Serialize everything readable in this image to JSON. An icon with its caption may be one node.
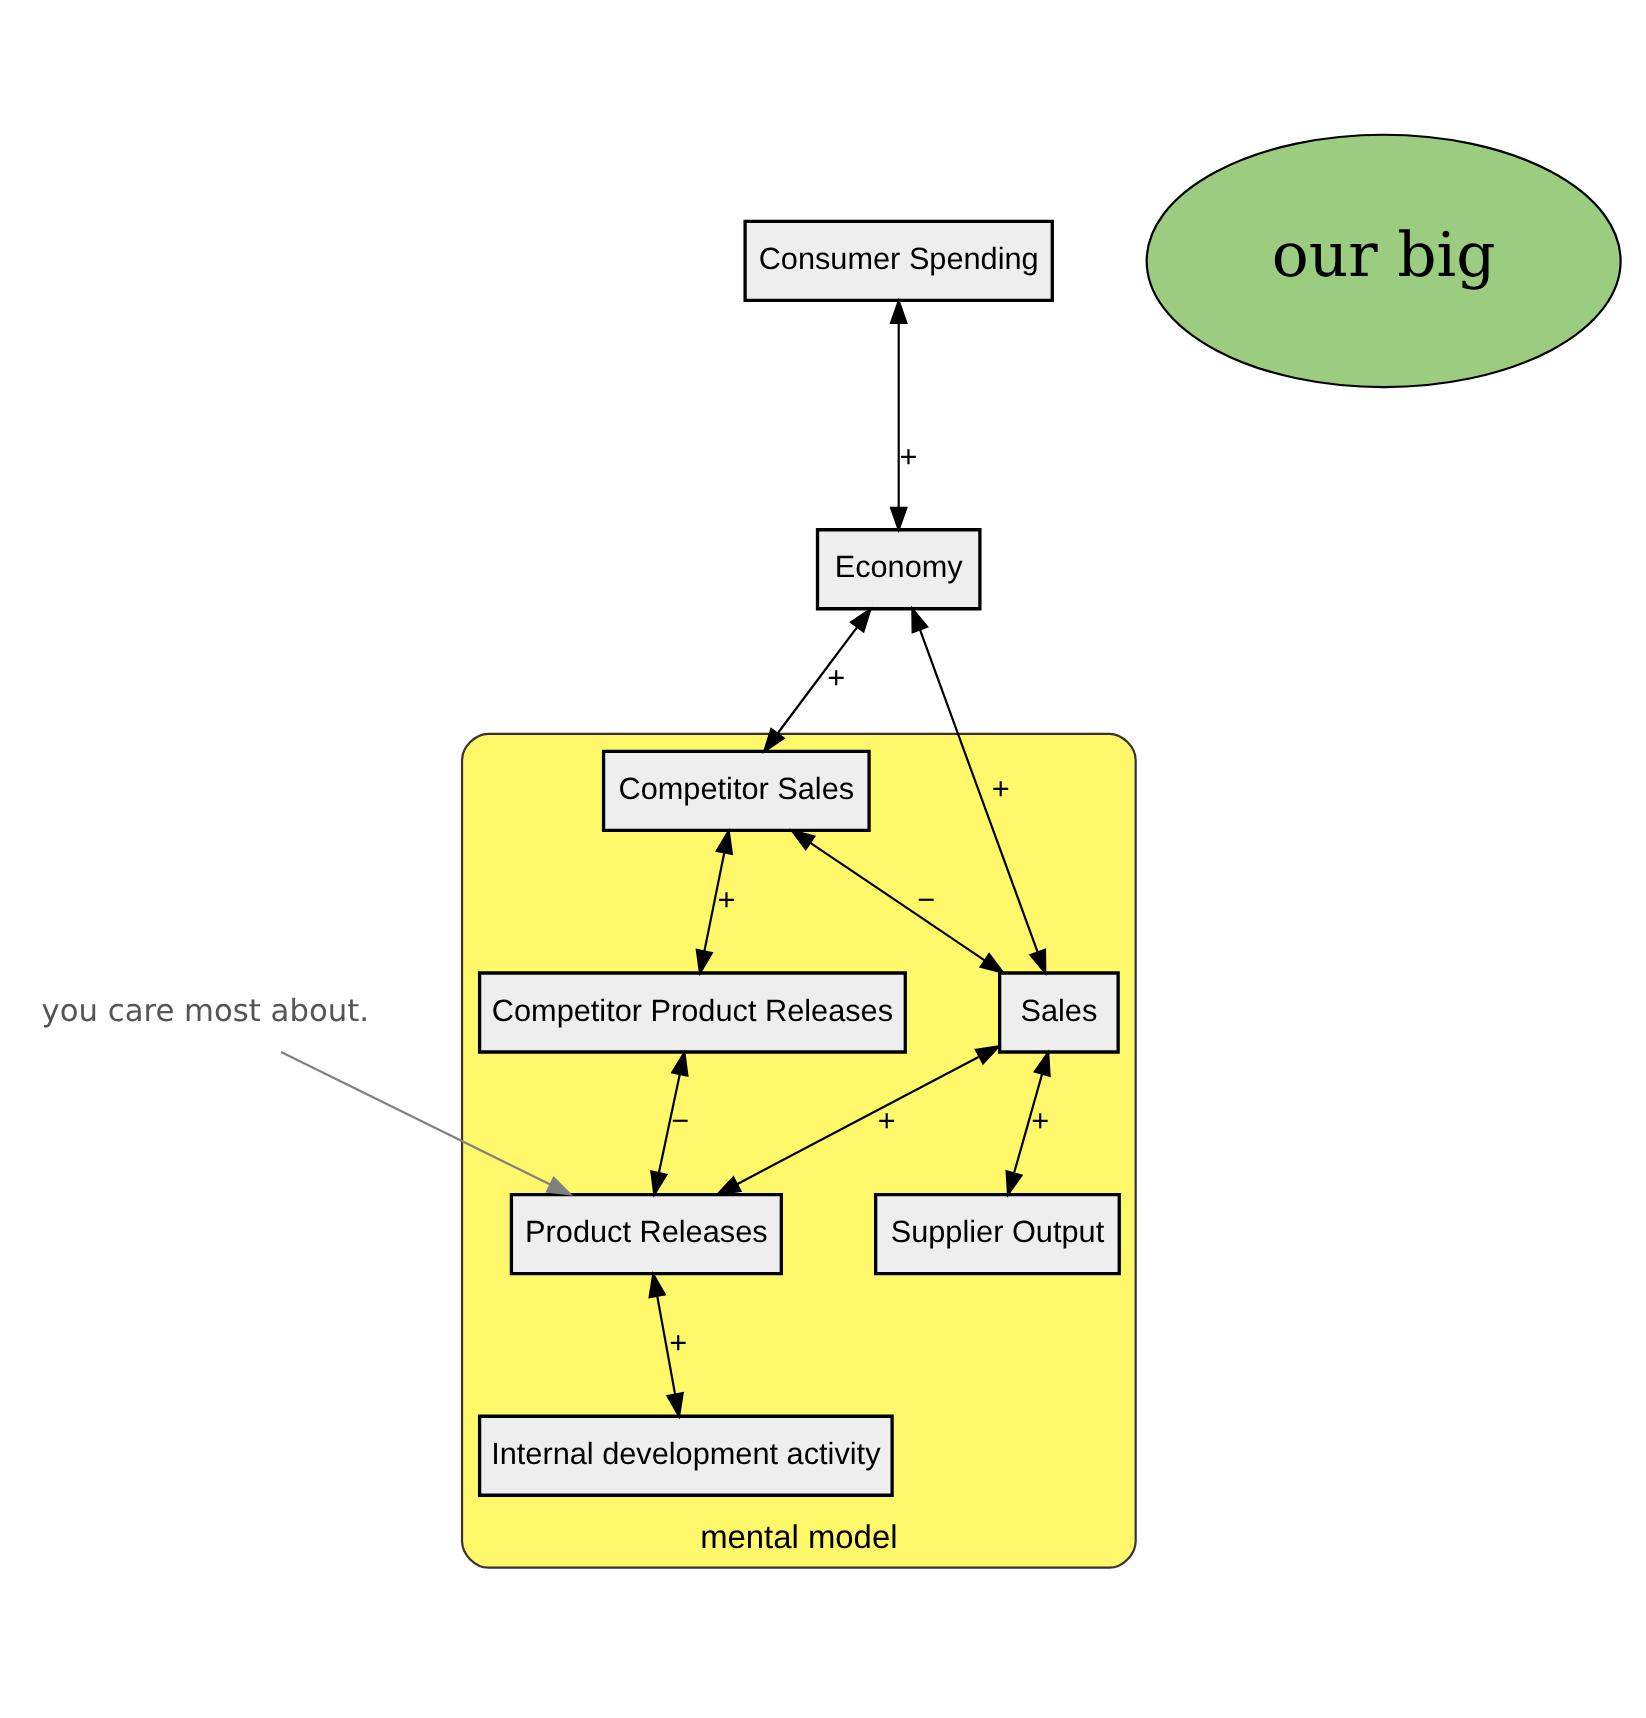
{
  "diagram": {
    "nodes": [
      {
        "text": [
          "you care most about."
        ]
      },
      {
        "text": [
          "Consumer Spending"
        ]
      },
      {
        "text": [
          "Economy"
        ]
      },
      {
        "text": [
          "mental model"
        ]
      },
      {
        "text": [
          "Competitor Sales"
        ],
        "in": 3
      },
      {
        "text": [
          "Competitor Product Releases"
        ],
        "in": 3
      },
      {
        "text": [
          "Sales"
        ],
        "in": 3
      },
      {
        "text": [
          "Product Releases"
        ],
        "in": 3
      },
      {
        "text": [
          "Supplier Output"
        ],
        "in": 3
      },
      {
        "text": [
          "Internal development activity"
        ],
        "in": 3
      },
      {
        "text": [
          "our big"
        ]
      }
    ],
    "edges": [
      {
        "from": 1,
        "to": 2,
        "arrow": "both",
        "label": "+"
      },
      {
        "from": 2,
        "to": 4,
        "arrow": "both",
        "label": "+"
      },
      {
        "from": 4,
        "to": 5,
        "arrow": "both",
        "label": "+"
      },
      {
        "from": 4,
        "to": 6,
        "arrow": "both",
        "label": "−"
      },
      {
        "from": 5,
        "to": 7,
        "arrow": "both",
        "label": "−"
      },
      {
        "from": 2,
        "to": 6,
        "arrow": "both",
        "label": "+"
      },
      {
        "from": 6,
        "to": 7,
        "arrow": "both",
        "label": "+"
      },
      {
        "from": 6,
        "to": 8,
        "arrow": "both",
        "label": "+"
      },
      {
        "from": 7,
        "to": 9,
        "arrow": "both",
        "label": "+"
      },
      {
        "from": 0,
        "to": 7,
        "arrow": "to",
        "color": "#808080"
      }
    ]
  }
}
